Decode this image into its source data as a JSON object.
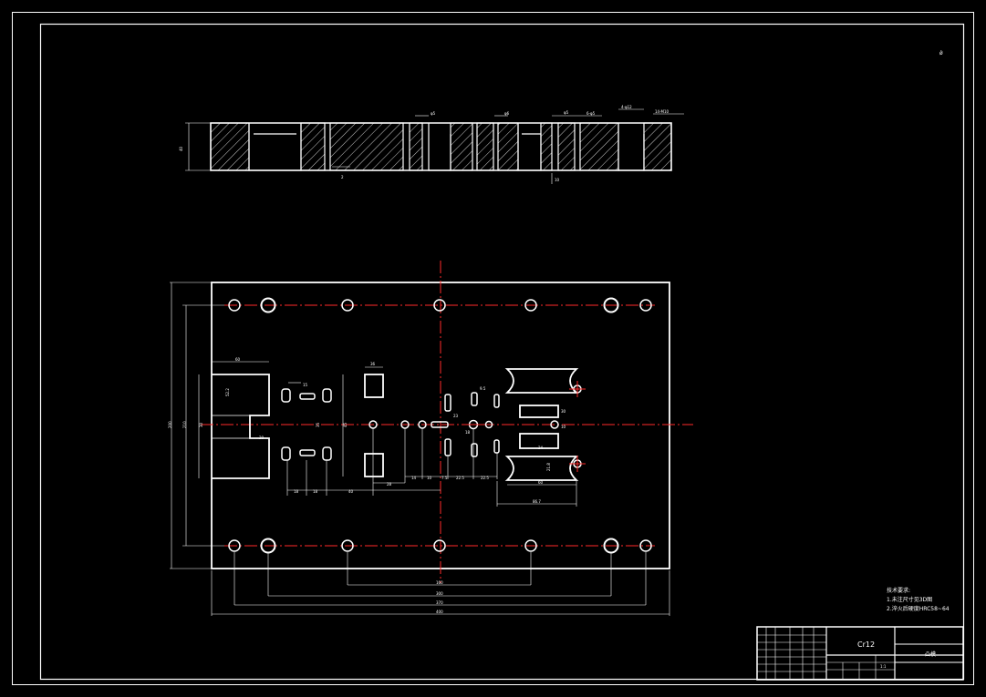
{
  "sheet": {
    "corner_mark": "ǿ",
    "material": "Cr12",
    "part_name": "凸模"
  },
  "notes": {
    "heading": "技术要求:",
    "line1": "1.未注尺寸见3D图",
    "line2": "2.淬火后硬度HRC58~64"
  },
  "section_view": {
    "height_label": "40",
    "dims": [
      "φ5",
      "φ6",
      "φ5",
      "6-φ5",
      "4-φ12",
      "14-M10"
    ],
    "small_dims": [
      "2",
      "10"
    ]
  },
  "plan_view": {
    "bottom_dims": [
      "160",
      "300",
      "370",
      "400"
    ],
    "left_dims": [
      "200",
      "210",
      "30"
    ],
    "inner_dims": [
      "60",
      "52.2",
      "15",
      "35",
      "36",
      "20",
      "45",
      "18",
      "18",
      "18",
      "40",
      "16",
      "36",
      "28",
      "14",
      "10",
      "7.5",
      "22.5",
      "22.5",
      "23",
      "36.5",
      "9.5",
      "18",
      "21.8",
      "86.7",
      "60",
      "30",
      "10",
      "24",
      "32"
    ]
  },
  "title_block": {
    "material": "Cr12",
    "part": "凸模",
    "scale": "1:1"
  }
}
